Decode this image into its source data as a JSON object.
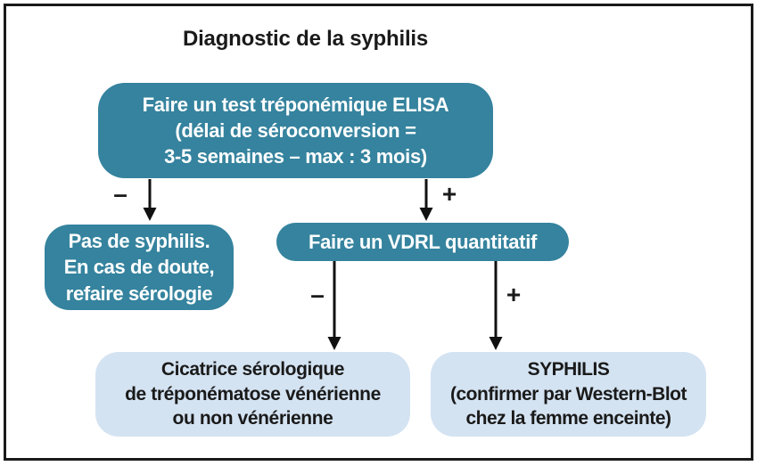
{
  "title": "Diagnostic de la syphilis",
  "colors": {
    "teal": "#35839E",
    "light_blue": "#D4E3F2",
    "ink": "#1A1A1A"
  },
  "nodes": {
    "elisa_test": {
      "text": "Faire un test tréponémique ELISA\n(délai de séroconversion =\n3-5 semaines – max : 3 mois)"
    },
    "no_syphilis": {
      "text": "Pas de syphilis.\nEn cas de doute,\nrefaire sérologie"
    },
    "vdrl_test": {
      "text": "Faire un VDRL quantitatif"
    },
    "serological_scar": {
      "text": "Cicatrice sérologique\nde tréponématose vénérienne\nou non vénérienne"
    },
    "syphilis_confirmed": {
      "text": "SYPHILIS\n(confirmer par Western-Blot\nchez la femme enceinte)"
    }
  },
  "branch_labels": {
    "elisa_negative": "–",
    "elisa_positive": "+",
    "vdrl_negative": "–",
    "vdrl_positive": "+"
  }
}
